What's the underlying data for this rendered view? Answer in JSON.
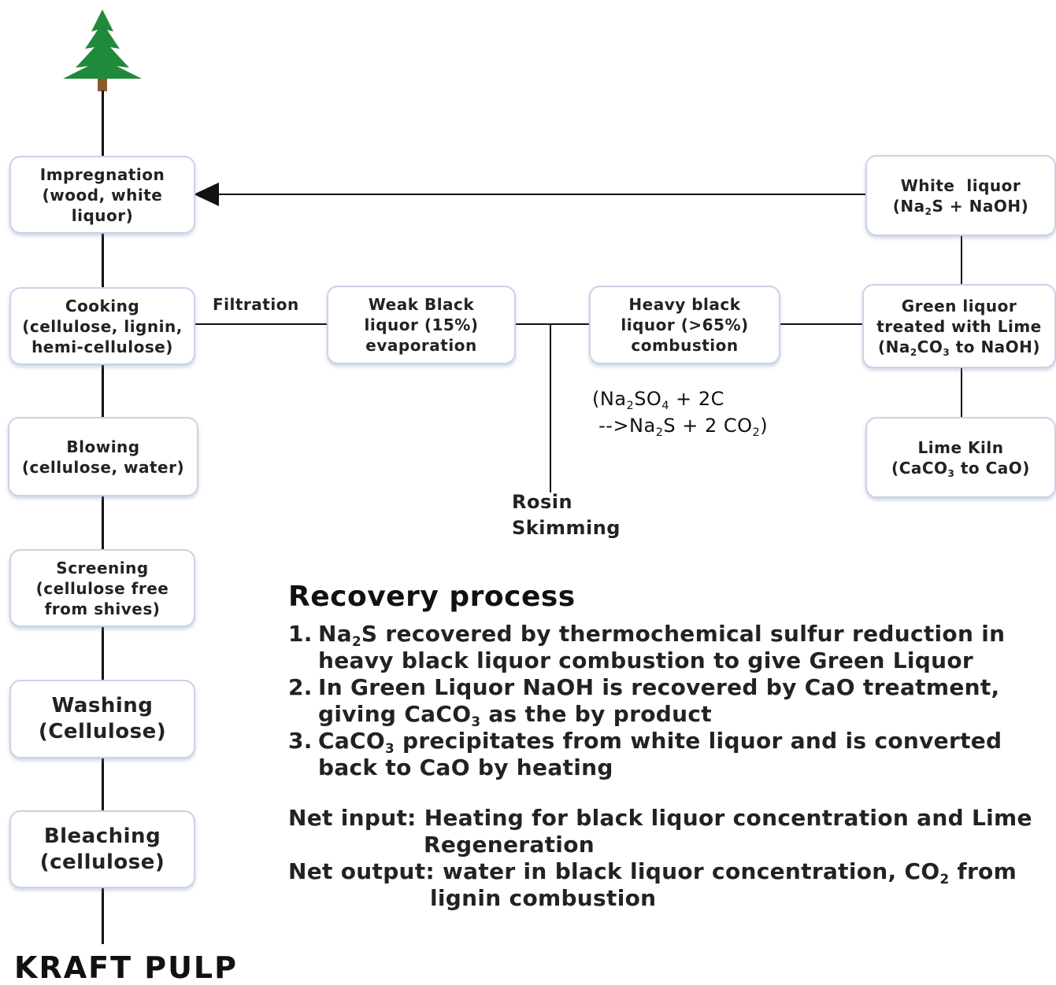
{
  "process_steps": {
    "impregnation": [
      "Impregnation",
      "(wood, white",
      "liquor)"
    ],
    "cooking": [
      "Cooking",
      "(cellulose, lignin,",
      "hemi-cellulose)"
    ],
    "blowing": [
      "Blowing",
      "(cellulose, water)"
    ],
    "screening": [
      "Screening",
      "(cellulose free",
      "from shives)"
    ],
    "washing": [
      "Washing",
      "(Cellulose)"
    ],
    "bleaching": [
      "Bleaching",
      "(cellulose)"
    ]
  },
  "recovery_boxes": {
    "weak_black": [
      "Weak Black",
      "liquor (15%)",
      "evaporation"
    ],
    "heavy_black": [
      "Heavy black",
      "liquor (>65%)",
      "combustion"
    ],
    "white_liquor": {
      "line1": "White  liquor",
      "line2_pre": "(Na",
      "line2_sub": "2",
      "line2_post": "S + NaOH)"
    },
    "green_liquor": {
      "line1": "Green liquor",
      "line2": "treated with Lime",
      "line3_a": "(Na",
      "line3_sub1": "2",
      "line3_b": "CO",
      "line3_sub2": "3",
      "line3_c": " to NaOH)"
    },
    "lime_kiln": {
      "line1": "Lime Kiln",
      "line2_pre": "(CaCO",
      "line2_sub": "3",
      "line2_post": " to CaO)"
    }
  },
  "labels": {
    "filtration": "Filtration",
    "rosin": [
      "Rosin",
      "Skimming"
    ],
    "reaction": {
      "l1_a": "(Na",
      "l1_sub1": "2",
      "l1_b": "SO",
      "l1_sub2": "4",
      "l1_c": " + 2C",
      "l2_a": " -->Na",
      "l2_sub1": "2",
      "l2_b": "S + 2 CO",
      "l2_sub2": "2",
      "l2_c": ")"
    },
    "kraft_pulp": "KRAFT PULP"
  },
  "recovery_text": {
    "title": "Recovery process",
    "s1": {
      "num": "1.",
      "a": "Na",
      "sub": "2",
      "b": "S recovered by thermochemical sulfur reduction in",
      "cont": "heavy black liquor combustion to give Green Liquor"
    },
    "s2": {
      "num": "2.",
      "a": "In Green Liquor NaOH is recovered by CaO treatment,",
      "cont_a": "giving CaCO",
      "cont_sub": "3",
      "cont_b": " as the by product"
    },
    "s3": {
      "num": "3.",
      "a": "CaCO",
      "sub": "3",
      "b": " precipitates from white liquor and is converted",
      "cont": "back to CaO by heating"
    },
    "net_input": {
      "a": "Net input: Heating for black liquor concentration and Lime",
      "cont": "Regeneration"
    },
    "net_output": {
      "a": "Net output: water in black liquor concentration, CO",
      "sub": "2",
      "b": " from",
      "cont": "lignin combustion"
    }
  },
  "colors": {
    "tree": "#1f8a3a",
    "trunk": "#8a5a2b",
    "box_border": "#c9d3e6",
    "line": "#111111"
  }
}
